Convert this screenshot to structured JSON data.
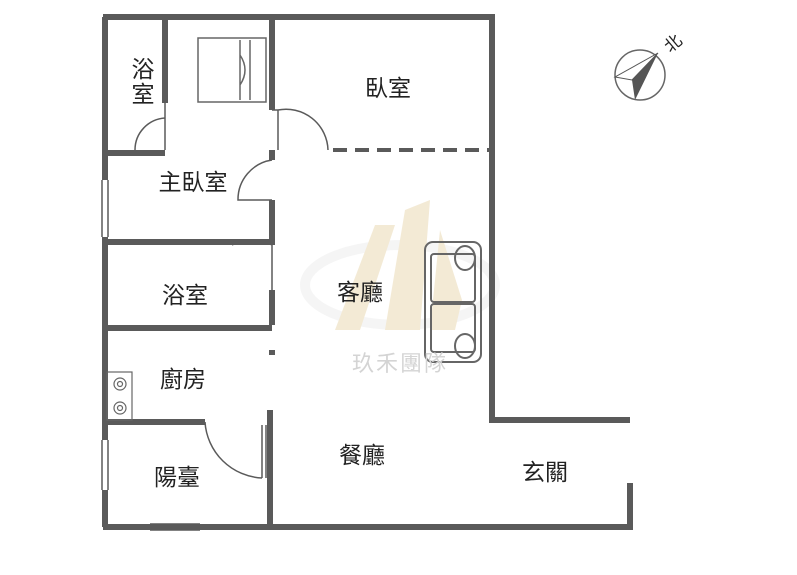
{
  "rooms": {
    "bath1": "浴室",
    "bedroom": "臥室",
    "master_bedroom": "主臥室",
    "bath2": "浴室",
    "living_room": "客廳",
    "kitchen": "廚房",
    "dining_room": "餐廳",
    "balcony": "陽臺",
    "entrance": "玄關"
  },
  "compass": {
    "label": "北",
    "icon": "north-arrow-icon"
  },
  "watermark": {
    "text": "玖禾團隊"
  },
  "colors": {
    "wall": "#5a5a5a",
    "watermark": "#e6d6b0"
  }
}
